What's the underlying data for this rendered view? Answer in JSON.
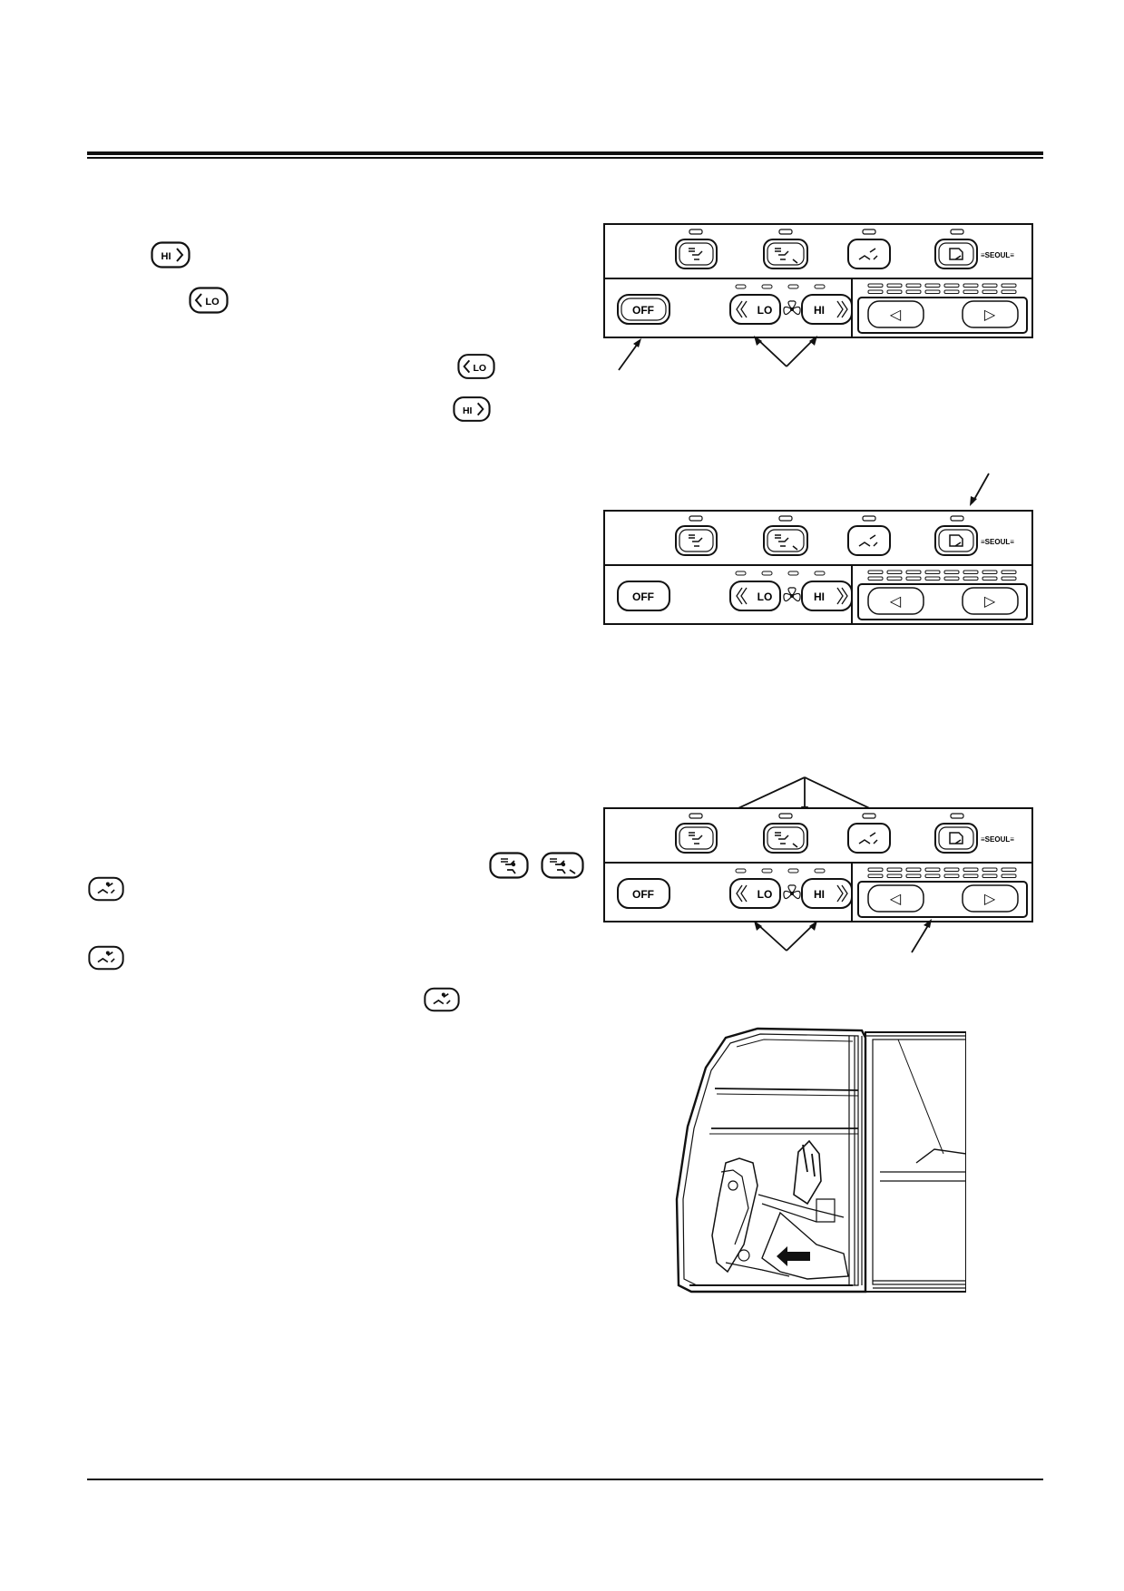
{
  "panel": {
    "off_label": "OFF",
    "lo_label": "LO",
    "hi_label": "HI",
    "brand_label": "≡SEOUL≡",
    "left_arrow": "◁",
    "right_arrow": "▷"
  },
  "inline_buttons": {
    "hi_label": "HI",
    "lo_label": "LO"
  },
  "icons": [
    "hi-button-icon",
    "lo-button-icon",
    "defrost-face-icon",
    "defrost-face-foot-icon",
    "face-foot-vent-icon",
    "recirculation-icon",
    "fan-icon",
    "arrow-left-icon",
    "arrow-right-icon"
  ]
}
